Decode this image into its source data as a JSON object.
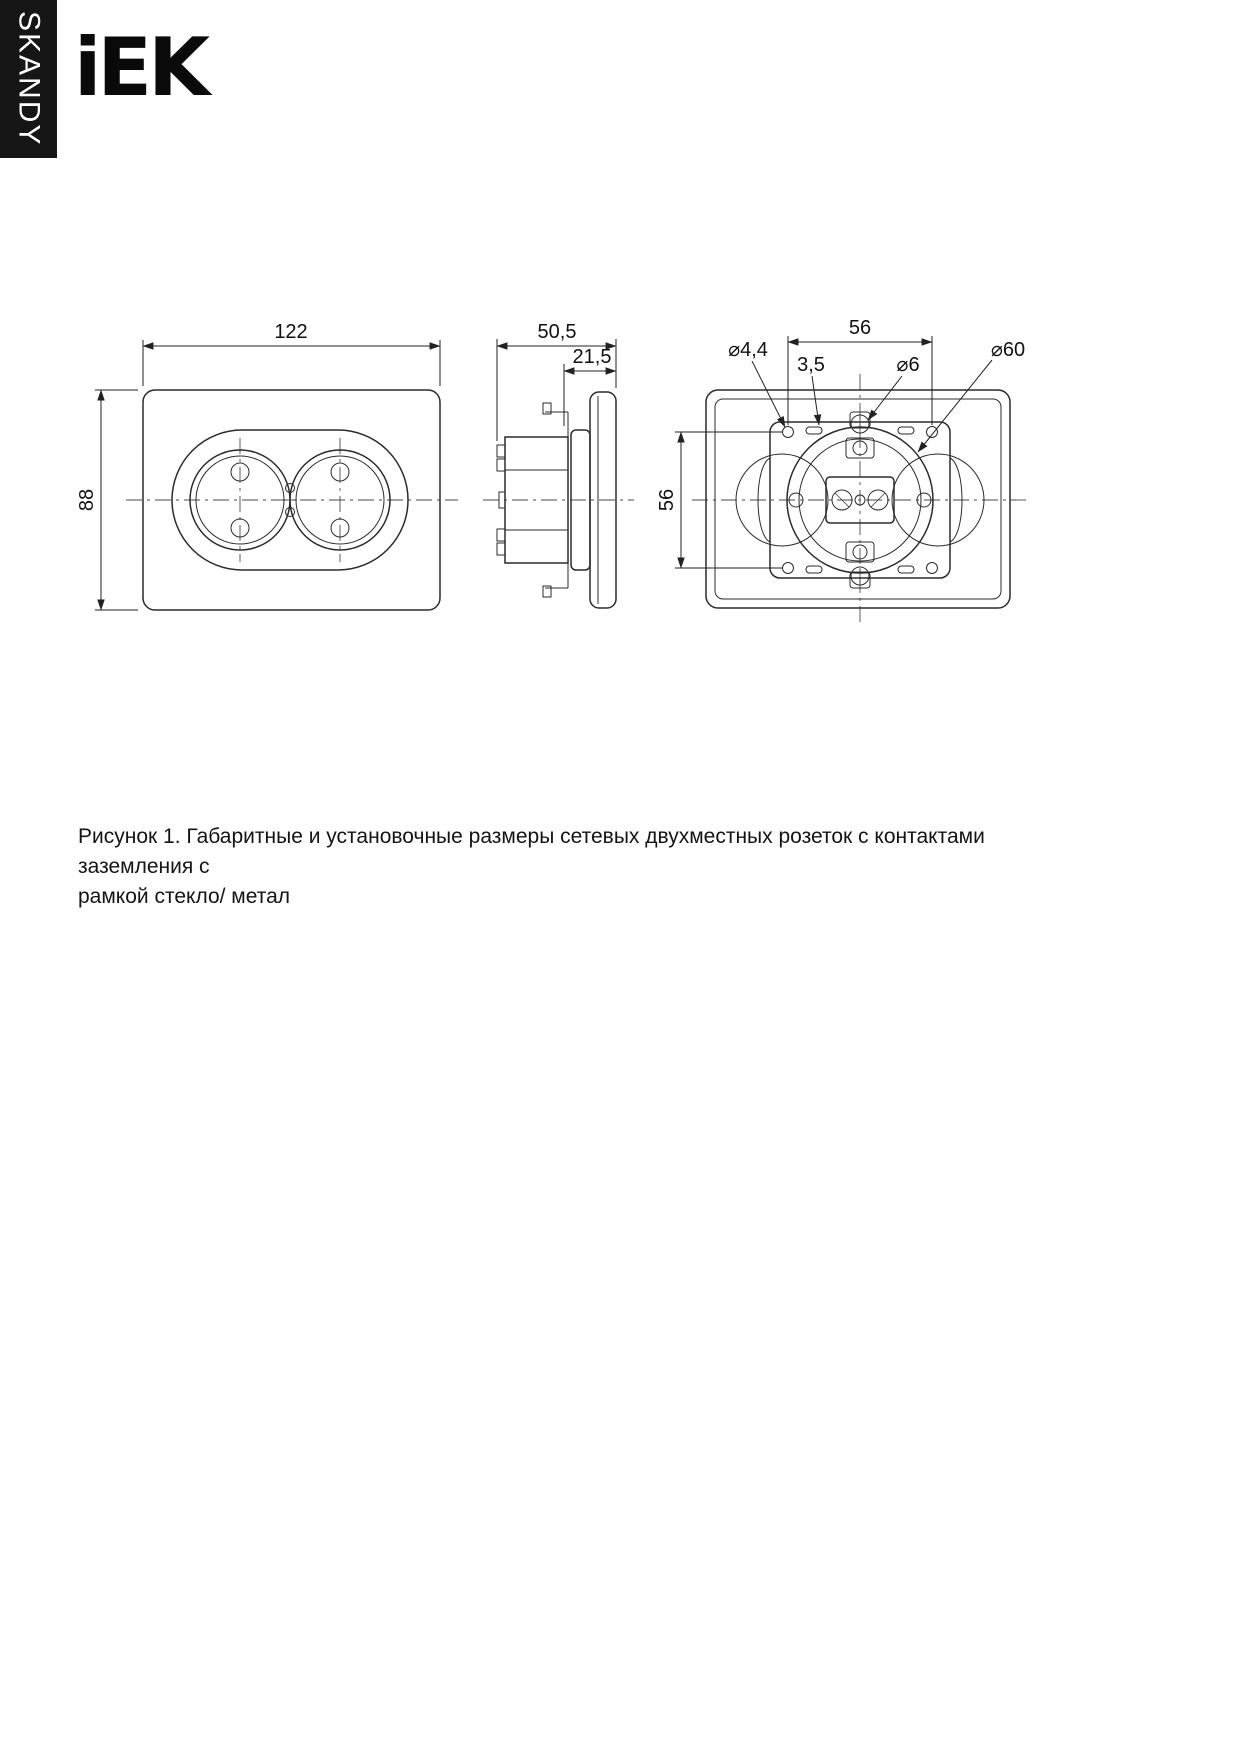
{
  "sidebar": {
    "series": "SKANDY"
  },
  "logo": {
    "text": "iEK"
  },
  "figure": {
    "caption_line1": "Рисунок 1. Габаритные и установочные размеры сетевых двухместных розеток с контактами заземления с",
    "caption_line2": "рамкой стекло/ метал"
  },
  "dimensions": {
    "front": {
      "width": "122",
      "height": "88"
    },
    "side": {
      "total_depth": "50,5",
      "frame_depth": "21,5"
    },
    "back": {
      "hole_spacing_horizontal": "56",
      "hole_spacing_vertical": "56",
      "hole_diameter": "⌀4,4",
      "slot_width": "3,5",
      "screw_diameter": "⌀6",
      "box_diameter": "⌀60"
    }
  }
}
